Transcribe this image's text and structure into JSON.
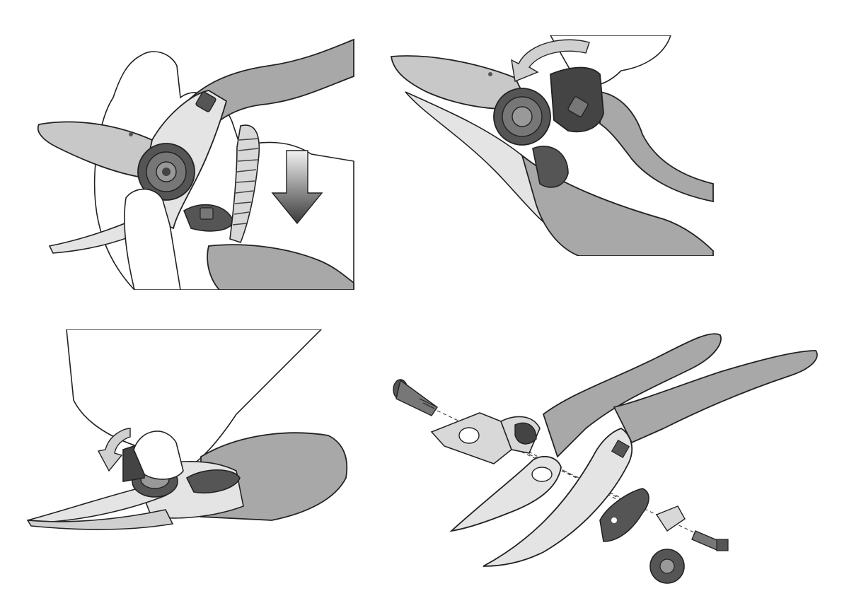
{
  "figure": {
    "panels": [
      {
        "id": "step-1",
        "depicts": [
          "pruning-shears",
          "removable-spring",
          "push-arrow",
          "hand"
        ]
      },
      {
        "id": "step-2",
        "depicts": [
          "pruning-shears",
          "cover-plate",
          "rotate-arrow",
          "hand"
        ]
      },
      {
        "id": "step-3",
        "depicts": [
          "pruning-shears",
          "rotate-arrow",
          "adjustment-wheel",
          "hand"
        ]
      },
      {
        "id": "step-4",
        "depicts": [
          "exploded-shears",
          "bolt",
          "plate",
          "blade",
          "anvil-handle",
          "gear-wheel",
          "lock-washer",
          "screw"
        ]
      }
    ],
    "colors": {
      "handle_gray": "#a8a8a8",
      "metal_light": "#e4e4e4",
      "part_dark": "#555555",
      "outline": "#222222",
      "skin_fill": "#ffffff"
    },
    "icons": [
      "arrow-down-icon",
      "rotate-arrow-icon",
      "gear-icon",
      "bolt-icon",
      "screw-icon"
    ]
  }
}
